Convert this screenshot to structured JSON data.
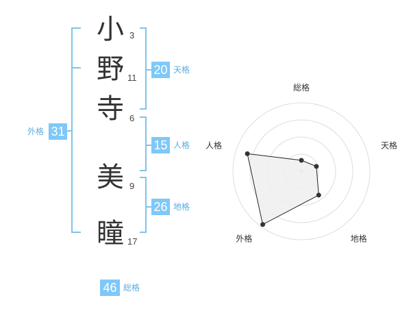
{
  "name": {
    "characters": [
      {
        "char": "小",
        "strokes": "3"
      },
      {
        "char": "野",
        "strokes": "11"
      },
      {
        "char": "寺",
        "strokes": "6"
      },
      {
        "char": "美",
        "strokes": "9"
      },
      {
        "char": "瞳",
        "strokes": "17"
      }
    ]
  },
  "fortune": {
    "tenkaku": {
      "value": "20",
      "label": "天格"
    },
    "jinkaku": {
      "value": "15",
      "label": "人格"
    },
    "chikaku": {
      "value": "26",
      "label": "地格"
    },
    "gaikaku": {
      "value": "31",
      "label": "外格"
    },
    "soukaku": {
      "value": "46",
      "label": "総格"
    }
  },
  "chart_data": {
    "type": "radar",
    "axes": [
      "総格",
      "天格",
      "地格",
      "外格",
      "人格"
    ],
    "values": [
      0.16,
      0.23,
      0.43,
      0.96,
      0.83
    ],
    "rings": 4,
    "colors": {
      "fill": "#eeeeee",
      "stroke": "#222222",
      "grid": "#dddddd",
      "point": "#333333"
    }
  },
  "colors": {
    "accent": "#7fc8f8",
    "label": "#5aaee0",
    "line": "#7fc3ea"
  }
}
